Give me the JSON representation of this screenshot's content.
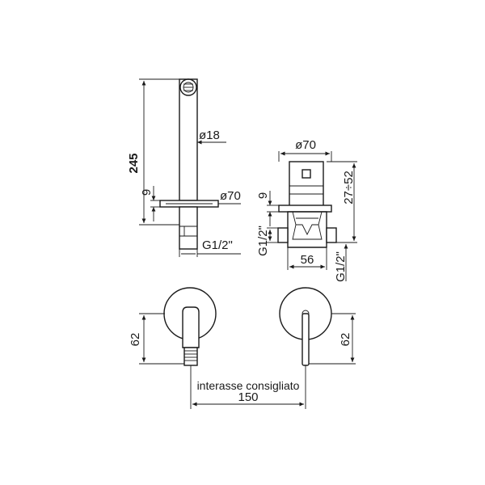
{
  "dimensions": {
    "spout_height": "245",
    "spout_diameter": "ø18",
    "spout_plate_diameter": "ø70",
    "spout_plate_thickness": "9",
    "spout_connection": "G1/2\"",
    "mixer_plate_diameter": "ø70",
    "mixer_plate_thickness": "9",
    "mixer_depth_range": "27÷52",
    "mixer_body_width": "56",
    "mixer_connection_left": "G1/2\"",
    "mixer_connection_right": "G1/2\"",
    "front_spout_height": "62",
    "front_lever_height": "62",
    "center_distance_label": "interasse consigliato",
    "center_distance_value": "150"
  }
}
